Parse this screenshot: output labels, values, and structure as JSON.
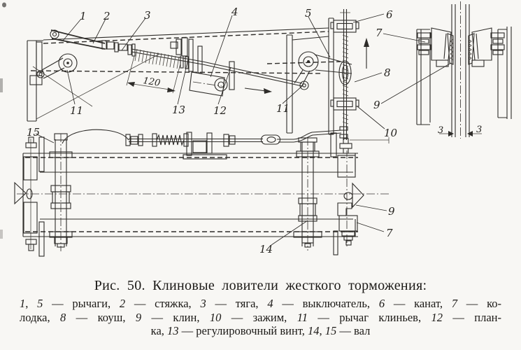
{
  "figure": {
    "caption": "Рис. 50. Клиновые ловители жесткого торможения:",
    "legend_lines": [
      "1, 5 — рычаги, 2 — стяжка, 3 — тяга, 4 — выключатель, 6 — канат, 7 — ко-",
      "лодка, 8 — коуш, 9 — клин, 10 — зажим, 11 — рычаг клиньев, 12 — план-",
      "ка, 13 — регулировочный винт, 14, 15 — вал"
    ]
  },
  "part_labels": {
    "p1": "1",
    "p2": "2",
    "p3": "3",
    "p4": "4",
    "p5": "5",
    "p6": "6",
    "p7_top": "7",
    "p8": "8",
    "p9_top": "9",
    "p10": "10",
    "p11_left": "11",
    "p11_right": "11",
    "p12": "12",
    "p13": "13",
    "p14": "14",
    "p15": "15",
    "p9_bottom": "9",
    "p7_bottom": "7"
  },
  "dimensions": {
    "rod_length": "120",
    "gap_left": "3",
    "gap_right": "3"
  },
  "colors": {
    "ink": "#2e2c29",
    "paper": "#f8f7f4"
  }
}
